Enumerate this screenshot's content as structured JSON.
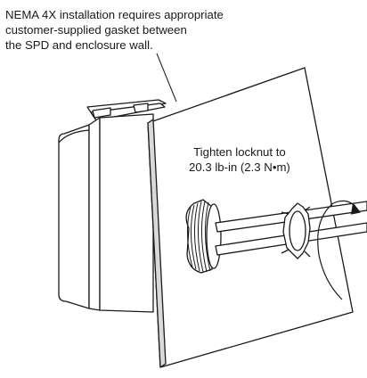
{
  "notes": {
    "gasket": {
      "line1": "NEMA 4X installation requires appropriate",
      "line2": "customer-supplied gasket between",
      "line3": "the SPD and enclosure wall."
    },
    "torque": {
      "line1": "Tighten locknut to",
      "line2": "20.3 lb-in (2.3 N•m)"
    }
  },
  "colors": {
    "line": "#1a1a1a",
    "fill": "#ffffff",
    "shade": "#d9d9d9"
  },
  "icons": {
    "rotation": "rotation-arrow-icon"
  }
}
